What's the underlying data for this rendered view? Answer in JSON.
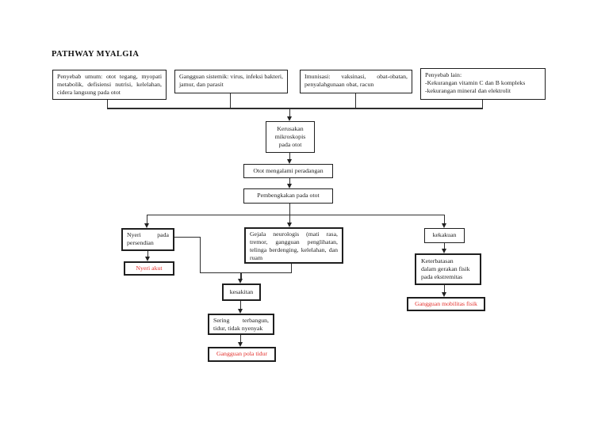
{
  "page": {
    "title": "PATHWAY MYALGIA"
  },
  "colors": {
    "background": "#ffffff",
    "box_border": "#1f1f1f",
    "connector": "#2e2e2e",
    "diagnosis_text": "#e3302c",
    "body_text": "#1c1c1c"
  },
  "nodes": {
    "penyebab_umum": {
      "label": "Penyebab umum: otot tegang, myopati metabolik, defisiensi nutrisi, kelelahan, cidera langsung pada otot"
    },
    "gangguan_sistemik": {
      "label": "Gangguan sistemik: virus, infeksi bakteri, jamur, dan parasit"
    },
    "imunisasi": {
      "label": "Imunisasi: vaksinasi, obat-obatan, penyalahgunaan obat, racun"
    },
    "penyebab_lain": {
      "label": "Penyebab lain:\n-Kekurangan vitamin C dan B kompleks\n-kekurangan mineral dan elektrolit"
    },
    "kerusakan_mikroskopis": {
      "label": "Kerusakan\nmikroskopis\npada otot"
    },
    "otot_peradangan": {
      "label": "Otot mengalami peradangan"
    },
    "pembengkakan": {
      "label": "Pembengkakan pada otot"
    },
    "nyeri_persendian": {
      "label": "Nyeri pada persendian"
    },
    "nyeri_akut": {
      "label": "Nyeri akut"
    },
    "gejala_neurologis": {
      "label": "Gejala neurologis (mati rasa, tremor, gangguan penglihatan, telinga berdenging, kelelahan, dan ruam"
    },
    "kesakitan": {
      "label": "kesakitan"
    },
    "sering_terbangun": {
      "label": "Sering terbangun, tidur, tidak nyenyak"
    },
    "gangguan_pola_tidur": {
      "label": "Gangguan pola tidur"
    },
    "kekakuan": {
      "label": "kekakuan"
    },
    "keterbatasan": {
      "label": "Keterbatasan\ndalam gerakan fisik\npada ekstremitas"
    },
    "gangguan_mobilitas_fisik": {
      "label": "Gangguan mobilitas fisik"
    }
  }
}
